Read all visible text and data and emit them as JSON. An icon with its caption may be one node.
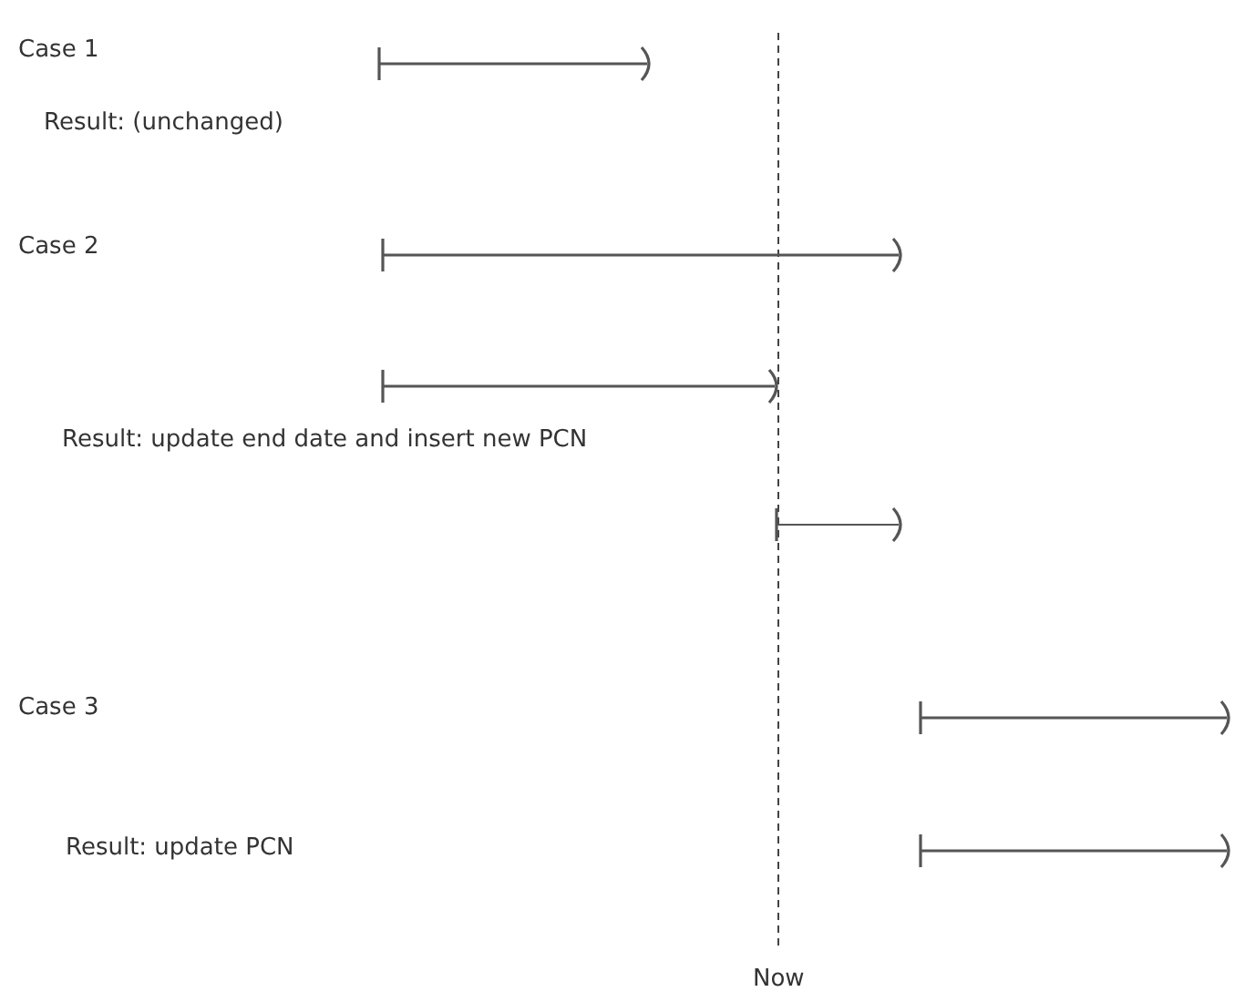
{
  "diagram": {
    "labels": [
      "Case 1",
      "Result: (unchanged)",
      "Case 2",
      "Result: update end date and insert new PCN",
      "Case 3",
      "Result: update PCN",
      "Now"
    ]
  }
}
